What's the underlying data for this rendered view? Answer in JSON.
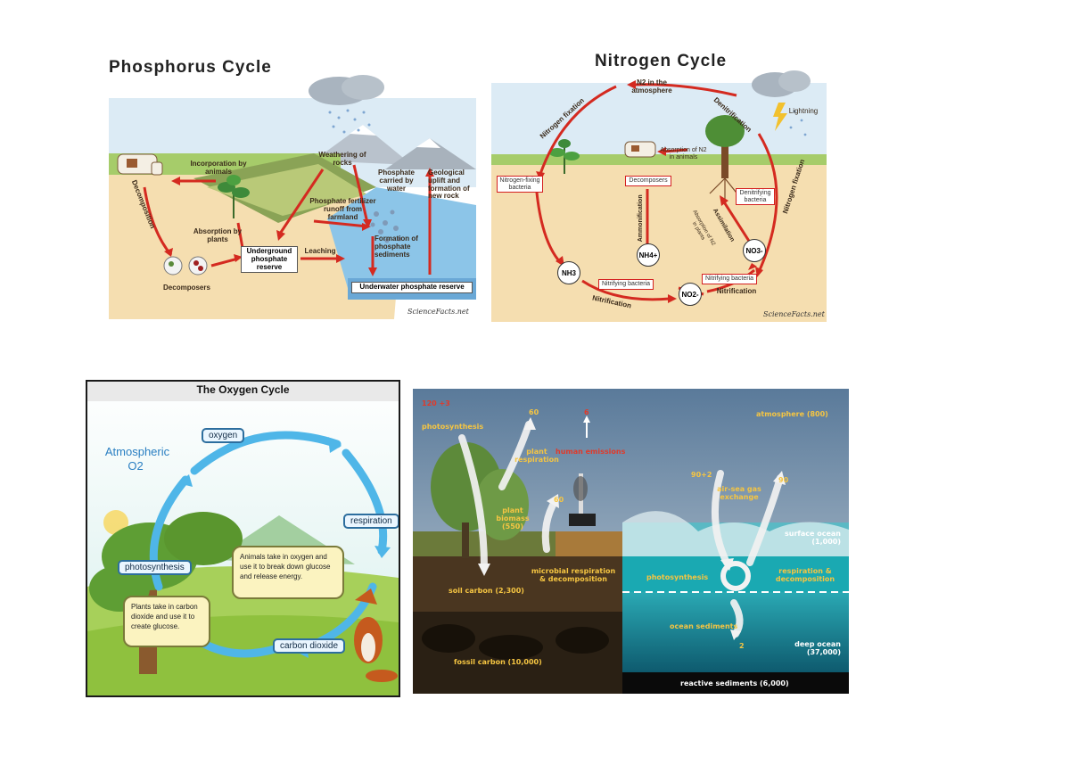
{
  "phosphorus": {
    "title": "Phosphorus Cycle",
    "labels": {
      "incorporation": "Incorporation by animals",
      "weathering": "Weathering of rocks",
      "phosphate_water": "Phosphate carried by water",
      "geological": "Geological uplift and formation of new rock",
      "fertilizer": "Phosphate fertilizer runoff from farmland",
      "absorption": "Absorption by plants",
      "decomposition": "Decomposition",
      "underground": "Underground phosphate reserve",
      "leaching": "Leaching",
      "formation": "Formation of phosphate sediments",
      "decomposers": "Decomposers",
      "underwater": "Underwater phosphate reserve"
    },
    "watermark": "ScienceFacts.net"
  },
  "nitrogen": {
    "title": "Nitrogen Cycle",
    "labels": {
      "n2_line1": "N2 in the",
      "n2_line2": "atmosphere",
      "nitrogen_fixation_left": "Nitrogen fixation",
      "denitrification": "Denitrification",
      "lightning": "Lightning",
      "absorption": "Absorption of N2 in animals",
      "fixing_bacteria": "Nitrogen-fixing bacteria",
      "decomposers": "Decomposers",
      "denitrifying": "Denitrifying bacteria",
      "nitrogen_fixation_right": "Nitrogen fixation",
      "ammonification": "Ammonification",
      "assimilation": "Assimilation",
      "absorption_plants": "Absorption of N2 in plants",
      "nh3": "NH3",
      "nh4": "NH4+",
      "no3": "NO3-",
      "no2": "NO2-",
      "nitrifying1": "Nitrifying bacteria",
      "nitrifying2": "Nitrifying bacteria",
      "nitrification_left": "Nitrification",
      "nitrification_right": "Nitrification"
    },
    "watermark": "ScienceFacts.net"
  },
  "oxygen": {
    "title": "The Oxygen Cycle",
    "atmospheric": "Atmospheric",
    "o2": "O2",
    "oxygen_tag": "oxygen",
    "respiration_tag": "respiration",
    "photosynthesis_tag": "photosynthesis",
    "co2_tag": "carbon dioxide",
    "animals_text": "Animals take in oxygen and use it to break down glucose and release energy.",
    "plants_text": "Plants take in carbon dioxide and use it to create glucose."
  },
  "carbon": {
    "labels": {
      "v120": "120 +3",
      "photosynthesis_land": "photosynthesis",
      "v60a": "60",
      "plant_resp": "plant respiration",
      "v6": "6",
      "human": "human emissions",
      "atmosphere": "atmosphere (800)",
      "v60b": "60",
      "plant_biomass": "plant biomass (550)",
      "v90a": "90+2",
      "airsea": "air-sea gas exchange",
      "v90b": "90",
      "surface": "surface ocean (1,000)",
      "microbial": "microbial respiration & decomposition",
      "soil": "soil carbon (2,300)",
      "photosynthesis_ocean": "photosynthesis",
      "resp_decomp": "respiration & decomposition",
      "sediments": "ocean sediments",
      "v2": "2",
      "deep": "deep ocean (37,000)",
      "fossil": "fossil carbon (10,000)",
      "reactive": "reactive sediments (6,000)"
    }
  }
}
